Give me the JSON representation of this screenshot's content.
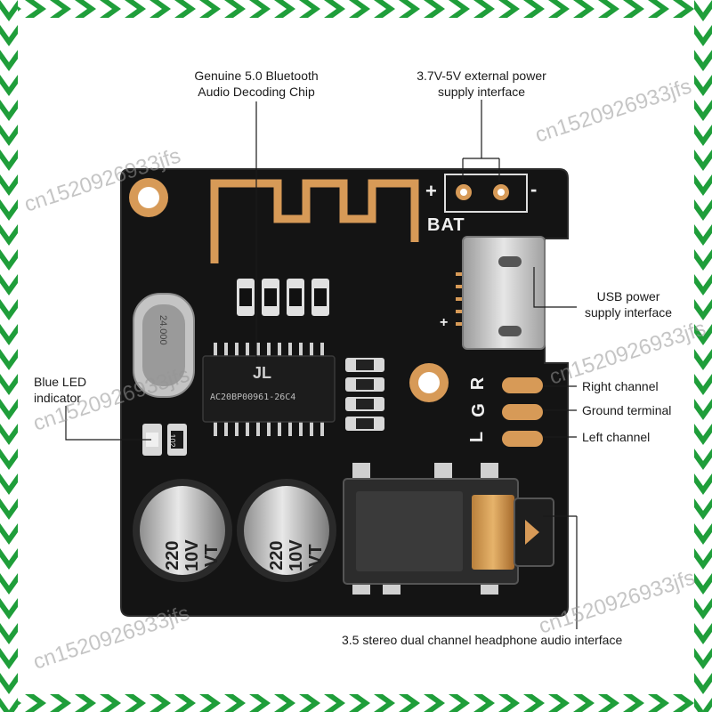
{
  "border": {
    "color": "#1f9e3a"
  },
  "board": {
    "color": "#141414",
    "silk_label_bat": "BAT",
    "silk_plus": "+",
    "silk_minus": "-",
    "silk_usb_plus": "+",
    "silk_channels": [
      "R",
      "G",
      "L"
    ],
    "crystal_text": "24.000",
    "chip_logo": "JL",
    "chip_text": "AC20BP00961-26C4",
    "resistor_text": "102",
    "capacitor_1": [
      "220",
      "10V",
      "VT"
    ],
    "capacitor_2": [
      "220",
      "10V",
      "VT"
    ]
  },
  "callouts": {
    "chip": [
      "Genuine 5.0 Bluetooth",
      "Audio Decoding Chip"
    ],
    "power": [
      "3.7V-5V external power",
      "supply interface"
    ],
    "usb": [
      "USB power",
      "supply interface"
    ],
    "led": [
      "Blue LED",
      "indicator"
    ],
    "right_channel": "Right channel",
    "ground": "Ground terminal",
    "left_channel": "Left channel",
    "jack": "3.5 stereo dual channel headphone audio interface"
  },
  "watermark": "cn1520926933jfs"
}
